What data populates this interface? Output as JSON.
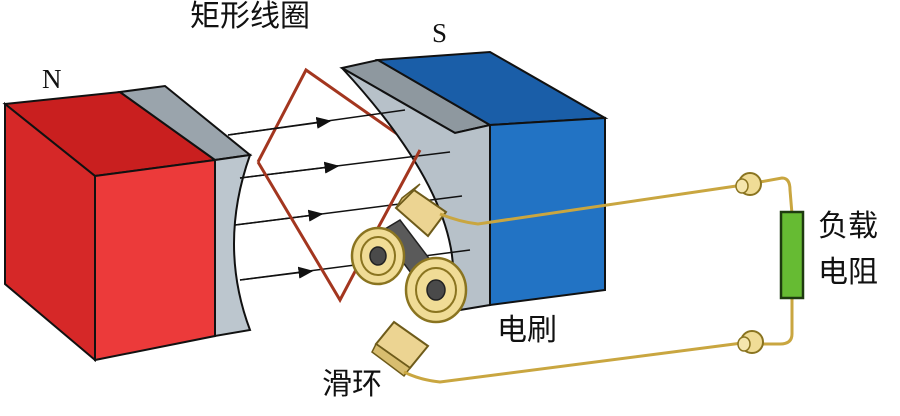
{
  "labels": {
    "north_pole": "N",
    "south_pole": "S",
    "coil": "矩形线圈",
    "slip_rings": "滑环",
    "brushes": "电刷",
    "load_line1": "负载",
    "load_line2": "电阻"
  },
  "colors": {
    "north_magnet": "#e03030",
    "south_magnet": "#1e6bb8",
    "pole_piece": "#b7c1c9",
    "coil_wire": "#a3361f",
    "ring": "#f0dc96",
    "ring_outline": "#8a7420",
    "wire": "#c9a640",
    "resistor": "#66bb33",
    "field_line": "#111111"
  },
  "icons": {
    "field_arrow": "arrowhead",
    "resistor": "resistor-symbol"
  }
}
